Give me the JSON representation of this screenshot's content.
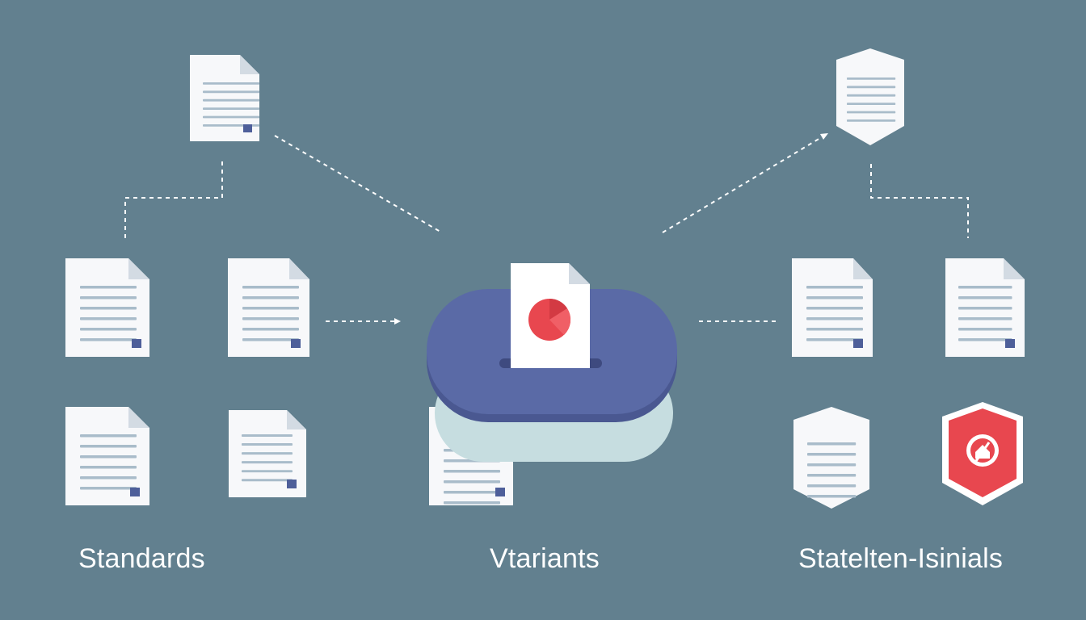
{
  "labels": {
    "left": "Standards",
    "center": "Vtariants",
    "right": "Statelten-Isinials"
  },
  "colors": {
    "background": "#62808f",
    "paper": "#f7f8fa",
    "paper_fold": "#d3dbe3",
    "text_lines": "#a9bcca",
    "corner_mark": "#4e5f9a",
    "hub_top": "#5a6aa6",
    "hub_shadow": "#4a5891",
    "hub_base": "#c6dde0",
    "accent_red": "#e8474f",
    "connector": "#ffffff"
  },
  "icons": {
    "document": "document-icon",
    "shield": "shield-icon",
    "alert_shield": "shield-alert-icon",
    "hub": "hub-slot-icon",
    "pie": "pie-chart-icon"
  }
}
